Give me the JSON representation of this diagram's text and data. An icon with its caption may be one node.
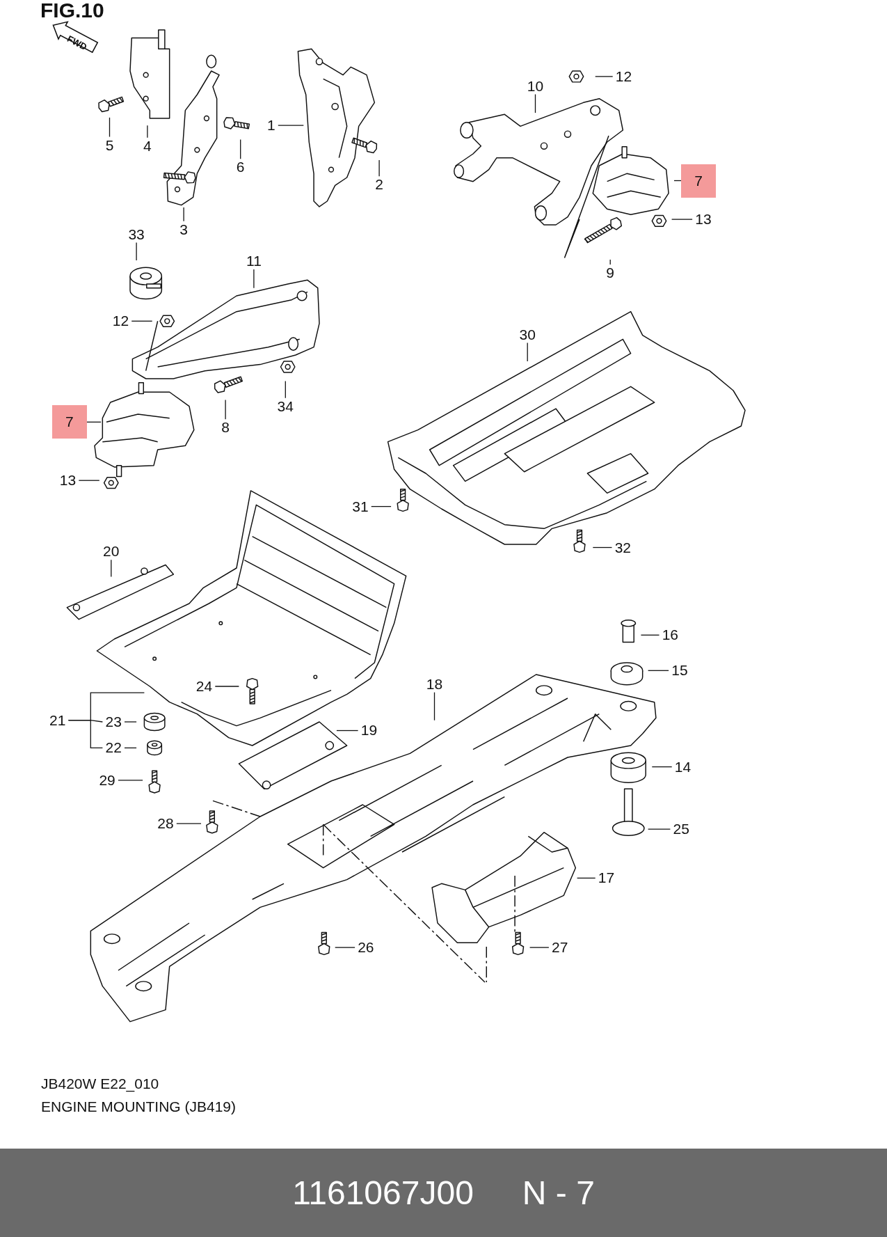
{
  "diagram": {
    "nodes": [
      {
        "text": [
          "5"
        ]
      },
      {
        "text": [
          "4"
        ]
      },
      {
        "text": [
          "3"
        ]
      },
      {
        "text": [
          "6"
        ]
      },
      {
        "text": [
          "1"
        ]
      },
      {
        "text": [
          "2"
        ]
      },
      {
        "text": [
          "10"
        ]
      },
      {
        "text": [
          "12"
        ]
      },
      {
        "text": [
          "7"
        ]
      },
      {
        "text": [
          "13"
        ]
      },
      {
        "text": [
          "9"
        ]
      },
      {
        "text": [
          "33"
        ]
      },
      {
        "text": [
          "11"
        ]
      },
      {
        "text": [
          "12"
        ]
      },
      {
        "text": [
          "30"
        ]
      },
      {
        "text": [
          "34"
        ]
      },
      {
        "text": [
          "8"
        ]
      },
      {
        "text": [
          "7"
        ]
      },
      {
        "text": [
          "13"
        ]
      },
      {
        "text": [
          "31"
        ]
      },
      {
        "text": [
          "32"
        ]
      },
      {
        "text": [
          "20"
        ]
      },
      {
        "text": [
          "16"
        ]
      },
      {
        "text": [
          "15"
        ]
      },
      {
        "text": [
          "18"
        ]
      },
      {
        "text": [
          "24"
        ]
      },
      {
        "text": [
          "21"
        ]
      },
      {
        "text": [
          "23"
        ]
      },
      {
        "text": [
          "22"
        ]
      },
      {
        "text": [
          "19"
        ]
      },
      {
        "text": [
          "29"
        ]
      },
      {
        "text": [
          "14"
        ]
      },
      {
        "text": [
          "28"
        ]
      },
      {
        "text": [
          "25"
        ]
      },
      {
        "text": [
          "17"
        ]
      },
      {
        "text": [
          "26"
        ]
      },
      {
        "text": [
          "27"
        ]
      }
    ],
    "edges": [
      {
        "from": 0,
        "to": null,
        "arrow": "none"
      },
      {
        "from": 1,
        "to": null,
        "arrow": "none"
      },
      {
        "from": 2,
        "to": null,
        "arrow": "none"
      },
      {
        "from": 3,
        "to": null,
        "arrow": "none"
      },
      {
        "from": 4,
        "to": null,
        "arrow": "none"
      },
      {
        "from": 5,
        "to": null,
        "arrow": "none"
      },
      {
        "from": 6,
        "to": null,
        "arrow": "none"
      },
      {
        "from": 7,
        "to": null,
        "arrow": "none"
      },
      {
        "from": 8,
        "to": null,
        "arrow": "none"
      },
      {
        "from": 9,
        "to": null,
        "arrow": "none"
      },
      {
        "from": 10,
        "to": null,
        "arrow": "none"
      },
      {
        "from": 11,
        "to": null,
        "arrow": "none"
      },
      {
        "from": 12,
        "to": null,
        "arrow": "none"
      },
      {
        "from": 13,
        "to": null,
        "arrow": "none"
      },
      {
        "from": 14,
        "to": null,
        "arrow": "none"
      },
      {
        "from": 15,
        "to": null,
        "arrow": "none"
      },
      {
        "from": 16,
        "to": null,
        "arrow": "none"
      },
      {
        "from": 17,
        "to": null,
        "arrow": "none"
      },
      {
        "from": 18,
        "to": null,
        "arrow": "none"
      },
      {
        "from": 19,
        "to": null,
        "arrow": "none"
      },
      {
        "from": 20,
        "to": null,
        "arrow": "none"
      },
      {
        "from": 21,
        "to": null,
        "arrow": "none"
      },
      {
        "from": 22,
        "to": null,
        "arrow": "none"
      },
      {
        "from": 23,
        "to": null,
        "arrow": "none"
      },
      {
        "from": 24,
        "to": null,
        "arrow": "none"
      },
      {
        "from": 25,
        "to": null,
        "arrow": "none"
      },
      {
        "from": 26,
        "to": null,
        "arrow": "none"
      },
      {
        "from": 26,
        "to": 27,
        "arrow": "none"
      },
      {
        "from": 26,
        "to": 28,
        "arrow": "none"
      },
      {
        "from": 27,
        "to": null,
        "arrow": "none"
      },
      {
        "from": 28,
        "to": null,
        "arrow": "none"
      },
      {
        "from": 29,
        "to": null,
        "arrow": "none"
      },
      {
        "from": 30,
        "to": null,
        "arrow": "none"
      },
      {
        "from": 31,
        "to": null,
        "arrow": "none"
      },
      {
        "from": 32,
        "to": null,
        "arrow": "none"
      },
      {
        "from": 33,
        "to": null,
        "arrow": "none"
      },
      {
        "from": 34,
        "to": null,
        "arrow": "none"
      },
      {
        "from": 35,
        "to": null,
        "arrow": "none"
      },
      {
        "from": 36,
        "to": null,
        "arrow": "none"
      }
    ],
    "labels": [
      "FIG.10",
      "FWD",
      "JB420W E22_010",
      "ENGINE MOUNTING (JB419)",
      "1161067J00",
      "N - 7"
    ]
  }
}
